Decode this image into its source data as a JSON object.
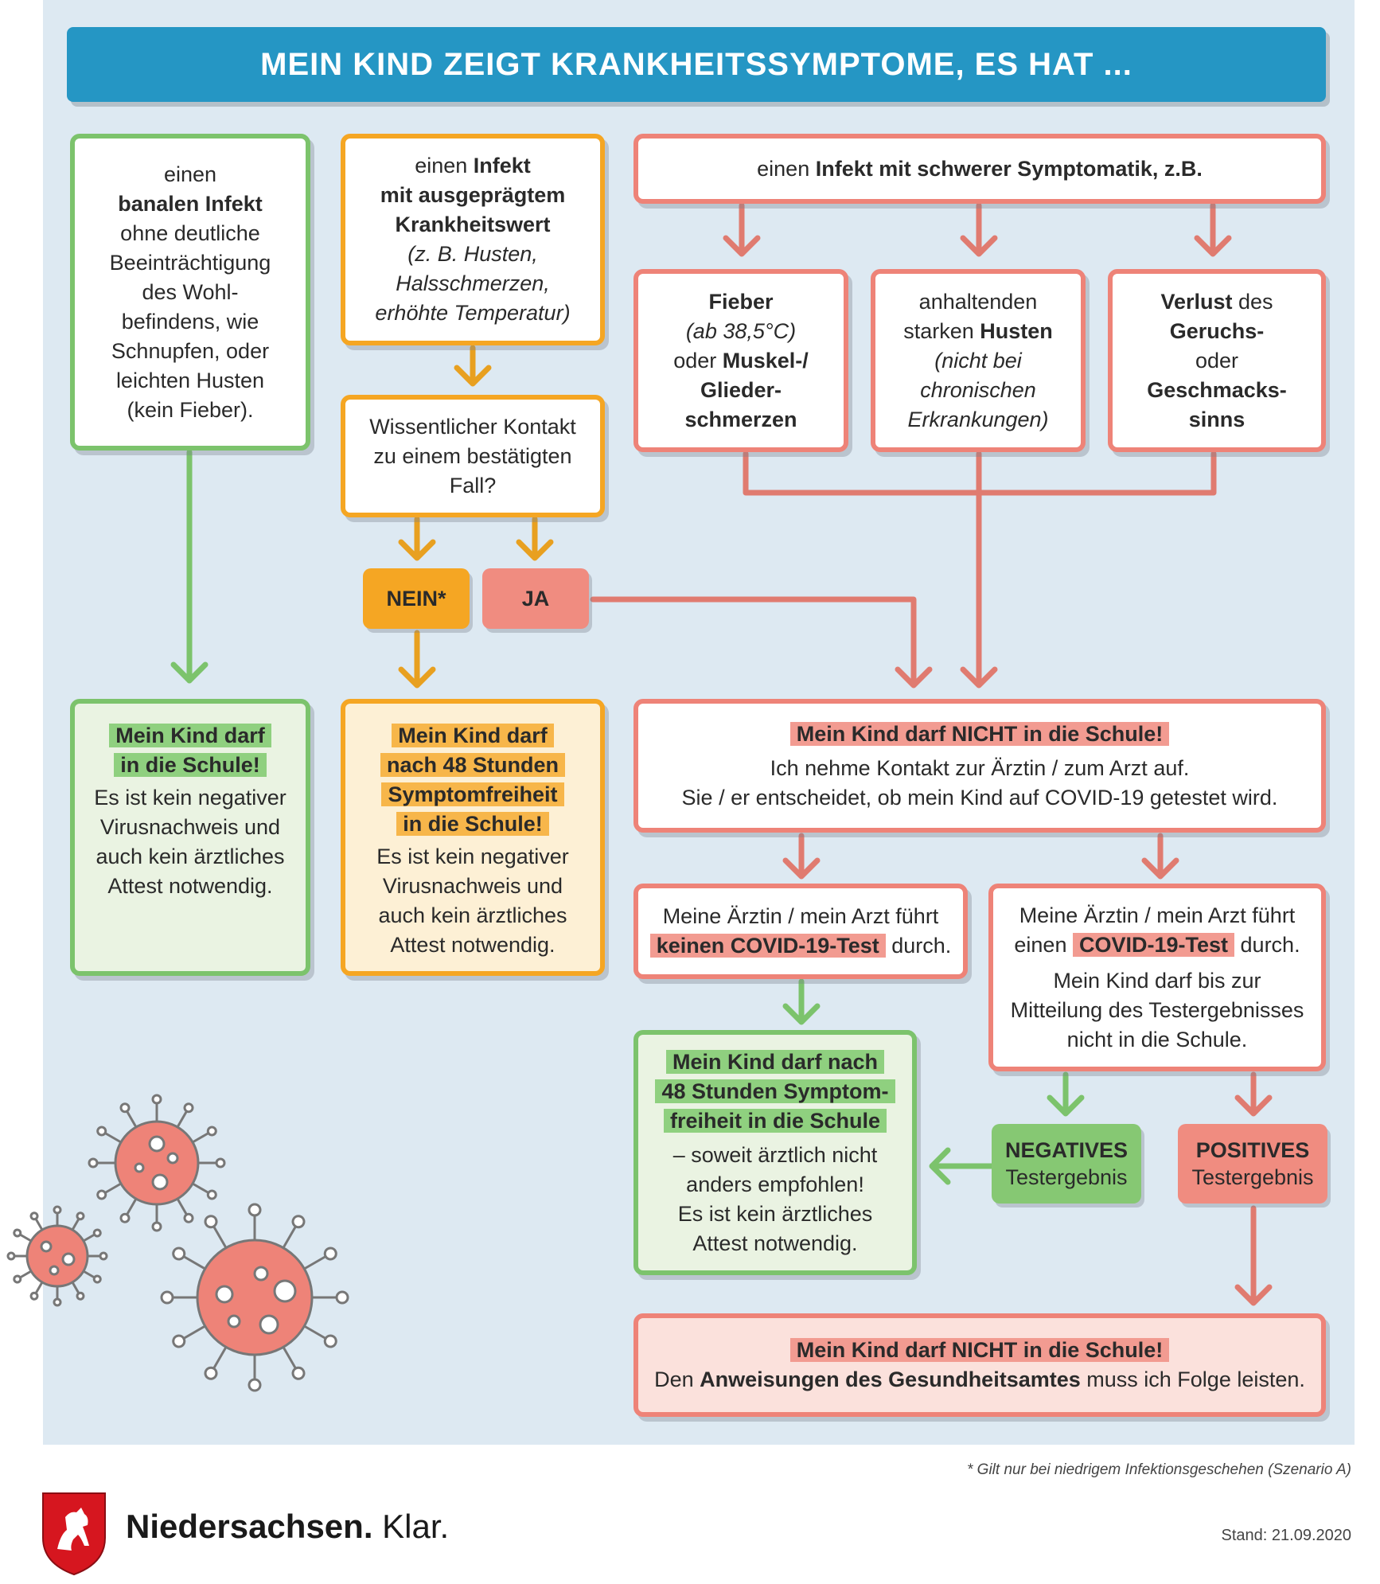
{
  "header": {
    "title": "MEIN KIND ZEIGT KRANKHEITSSYMPTOME, ES HAT ..."
  },
  "col1": {
    "symptom_lines": [
      "einen",
      "banalen Infekt",
      "ohne deutliche",
      "Beeinträchtigung",
      "des Wohl-",
      "befindens, wie",
      "Schnupfen, oder",
      "leichten Husten",
      "(kein Fieber)."
    ],
    "result_title_lines": [
      "Mein Kind darf",
      "in die Schule!"
    ],
    "result_body_lines": [
      "Es ist kein negativer",
      "Virusnachweis und",
      "auch kein ärztliches",
      "Attest notwendig."
    ]
  },
  "col2": {
    "symptom_lines": [
      "einen Infekt",
      "mit ausgeprägtem",
      "Krankheitswert",
      "(z. B. Husten,",
      "Halsschmerzen,",
      "erhöhte Temperatur)"
    ],
    "contact_lines": [
      "Wissentlicher Kontakt",
      "zu einem bestätigten",
      "Fall?"
    ],
    "no_label": "NEIN*",
    "yes_label": "JA",
    "result_title_lines": [
      "Mein Kind darf",
      "nach 48 Stunden",
      "Symptomfreiheit",
      "in die Schule!"
    ],
    "result_body_lines": [
      "Es ist kein negativer",
      "Virusnachweis und",
      "auch kein ärztliches",
      "Attest notwendig."
    ]
  },
  "col3": {
    "severe_prefix": "einen ",
    "severe_bold": "Infekt mit schwerer Symptomatik, z.B.",
    "fever_lines": [
      "Fieber",
      "(ab 38,5°C)",
      "oder Muskel-/",
      "Glieder-",
      "schmerzen"
    ],
    "cough_lines": [
      "anhaltenden",
      "starken Husten",
      "(nicht bei",
      "chronischen",
      "Erkrankungen)"
    ],
    "loss_lines": [
      "Verlust des",
      "Geruchs-",
      "oder",
      "Geschmacks-",
      "sinns"
    ],
    "doctor_title": "Mein Kind darf NICHT in die Schule!",
    "doctor_lines": [
      "Ich nehme Kontakt zur Ärztin / zum Arzt auf.",
      "Sie / er entscheidet, ob mein Kind auf COVID-19 getestet wird."
    ],
    "notest_lines": [
      "Meine Ärztin / mein Arzt führt",
      "keinen COVID-19-Test durch."
    ],
    "test_lines": [
      "Meine Ärztin / mein Arzt führt",
      "einen COVID-19-Test durch."
    ],
    "test_wait_lines": [
      "Mein Kind darf bis zur",
      "Mitteilung des Testergebnisses",
      "nicht in die Schule."
    ],
    "notest_result_title_lines": [
      "Mein Kind darf nach",
      "48 Stunden Symptom-",
      "freiheit in die Schule"
    ],
    "notest_result_body_lines": [
      "– soweit ärztlich nicht",
      "anders empfohlen!",
      "Es ist kein ärztliches",
      "Attest notwendig."
    ],
    "negative_bold": "NEGATIVES",
    "negative_text": "Testergebnis",
    "positive_bold": "POSITIVES",
    "positive_text": "Testergebnis",
    "final_title": "Mein Kind darf NICHT in die Schule!",
    "final_prefix": "Den ",
    "final_bold": "Anweisungen des Gesundheitsamtes",
    "final_suffix": " muss ich Folge leisten."
  },
  "footer": {
    "footnote": "* Gilt nur bei niedrigem Infektionsgeschehen (Szenario A)",
    "brand_bold": "Niedersachsen.",
    "brand_light": " Klar.",
    "date": "Stand: 21.09.2020"
  },
  "colors": {
    "green": "#7cc36c",
    "orange": "#f5a623",
    "red": "#ee8378",
    "header_blue": "#2596c4",
    "panel": "#dde9f2"
  }
}
